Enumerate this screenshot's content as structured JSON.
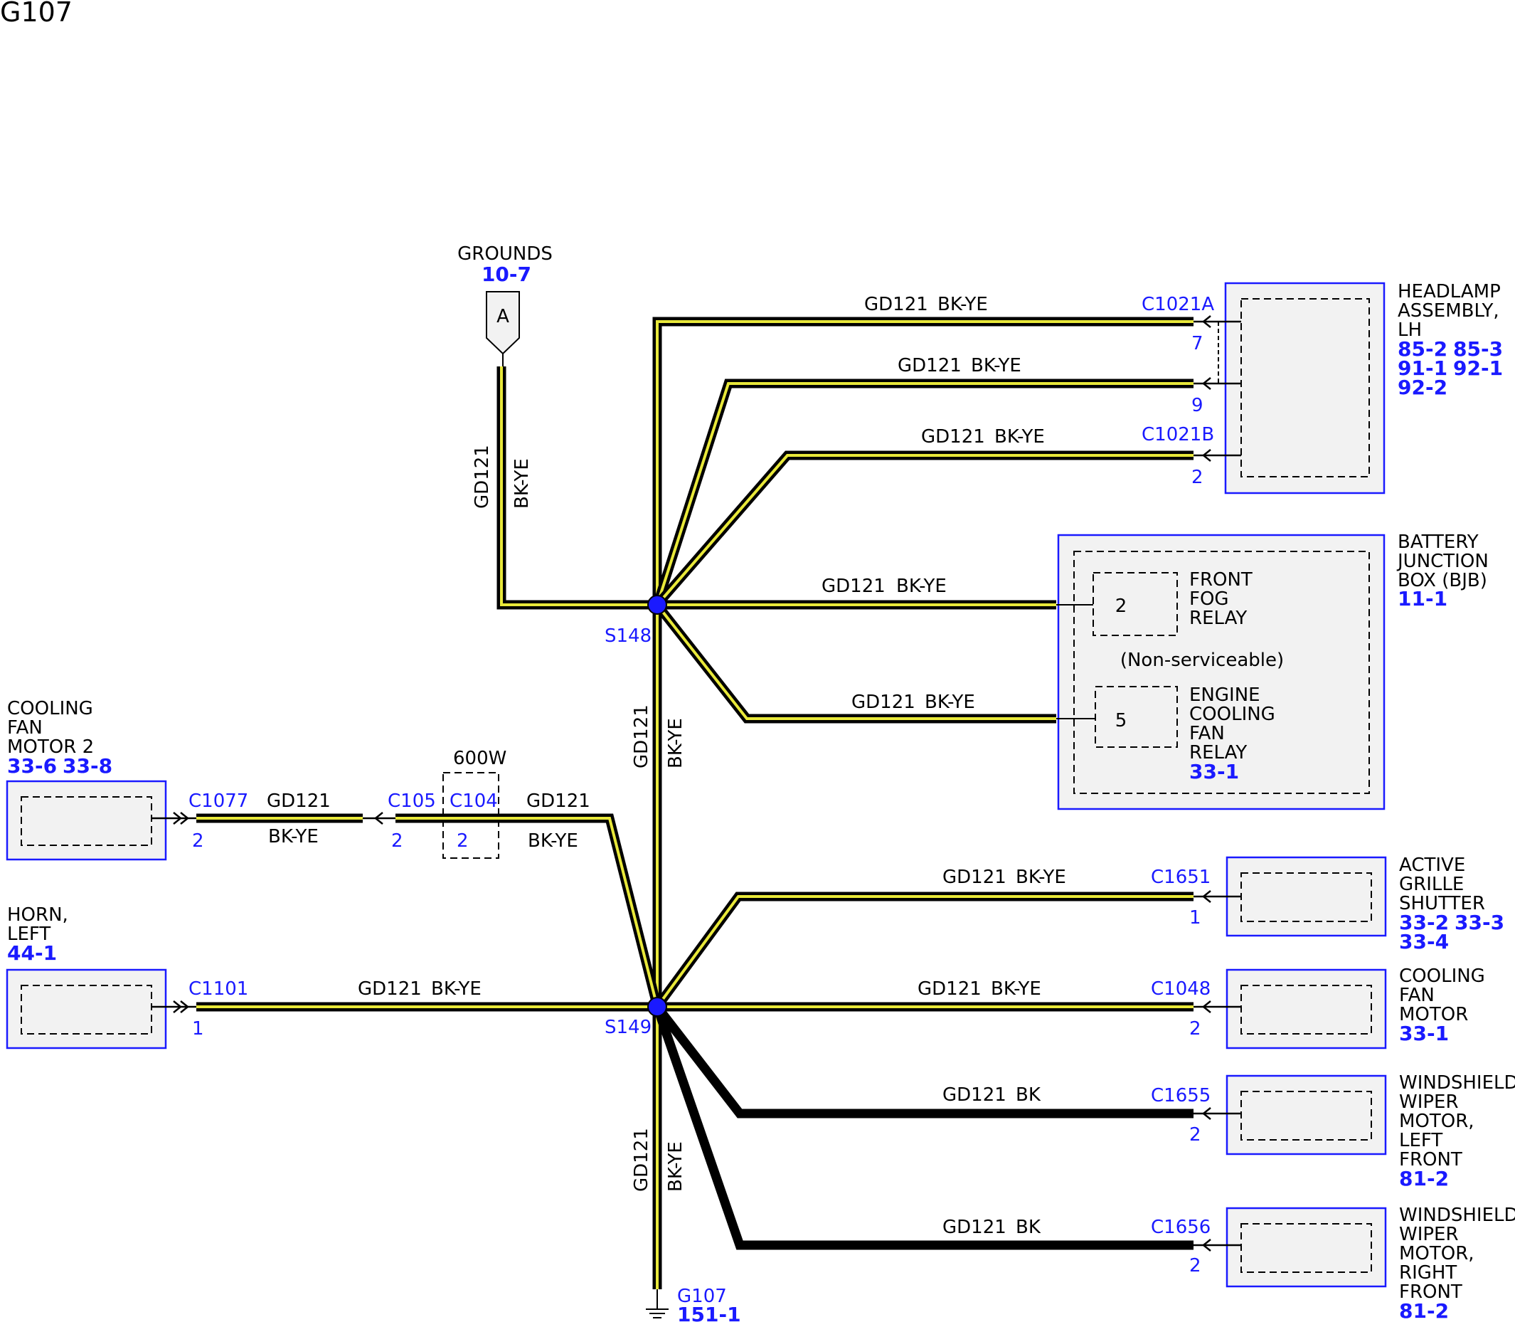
{
  "title": "G107",
  "grounds": {
    "label": "GROUNDS",
    "ref": "10-7",
    "connector_letter": "A"
  },
  "wire": {
    "circuit": "GD121",
    "color_bkye": "BK-YE",
    "color_bk": "BK"
  },
  "splices": {
    "s148": "S148",
    "s149": "S149"
  },
  "ground_point": {
    "label": "G107",
    "ref": "151-1"
  },
  "headlamp": {
    "line1": "HEADLAMP",
    "line2": "ASSEMBLY,",
    "line3": "LH",
    "refs": [
      "85-2",
      "85-3",
      "91-1",
      "92-1",
      "92-2"
    ],
    "conn_a": "C1021A",
    "pin_a1": "7",
    "pin_a2": "9",
    "conn_b": "C1021B",
    "pin_b": "2"
  },
  "bjb": {
    "line1": "BATTERY",
    "line2": "JUNCTION",
    "line3": "BOX (BJB)",
    "ref": "11-1",
    "note": "(Non-serviceable)",
    "fog_pin": "2",
    "fog_line1": "FRONT",
    "fog_line2": "FOG",
    "fog_line3": "RELAY",
    "fan_pin": "5",
    "fan_line1": "ENGINE",
    "fan_line2": "COOLING",
    "fan_line3": "FAN",
    "fan_line4": "RELAY",
    "fan_ref": "33-1"
  },
  "cooling_fan_2": {
    "line1": "COOLING",
    "line2": "FAN",
    "line3": "MOTOR 2",
    "refs": [
      "33-6",
      "33-8"
    ],
    "conn": "C1077",
    "pin": "2"
  },
  "inline": {
    "conn_a": "C105",
    "conn_b": "C104",
    "pin_a": "2",
    "pin_b": "2",
    "location": "600W"
  },
  "horn": {
    "line1": "HORN,",
    "line2": "LEFT",
    "ref": "44-1",
    "conn": "C1101",
    "pin": "1"
  },
  "grille": {
    "line1": "ACTIVE",
    "line2": "GRILLE",
    "line3": "SHUTTER",
    "refs": [
      "33-2",
      "33-3",
      "33-4"
    ],
    "conn": "C1651",
    "pin": "1"
  },
  "cooling_fan": {
    "line1": "COOLING",
    "line2": "FAN",
    "line3": "MOTOR",
    "ref": "33-1",
    "conn": "C1048",
    "pin": "2"
  },
  "wiper_left": {
    "line1": "WINDSHIELD",
    "line2": "WIPER",
    "line3": "MOTOR,",
    "line4": "LEFT",
    "line5": "FRONT",
    "ref": "81-2",
    "conn": "C1655",
    "pin": "2"
  },
  "wiper_right": {
    "line1": "WINDSHIELD",
    "line2": "WIPER",
    "line3": "MOTOR,",
    "line4": "RIGHT",
    "line5": "FRONT",
    "ref": "81-2",
    "conn": "C1656",
    "pin": "2"
  },
  "colors": {
    "connector_blue": "#1a1aff",
    "wire_black": "#000000",
    "wire_yellow_stripe": "#e8e83a",
    "box_fill": "#f2f2f2"
  }
}
